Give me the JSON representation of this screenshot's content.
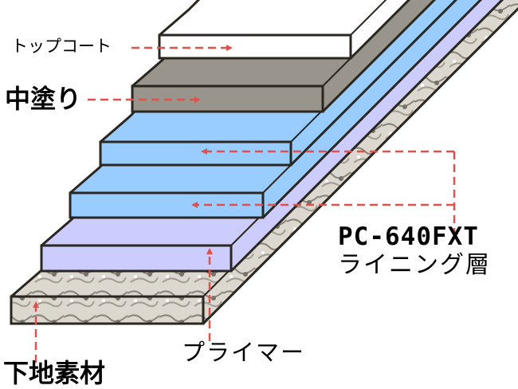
{
  "labels": {
    "topcoat": "トップコート",
    "middle_coat": "中塗り",
    "product": "PC-640FXT",
    "lining_layer": "ライニング層",
    "primer": "プライマー",
    "substrate": "下地素材"
  },
  "layers": [
    {
      "name": "substrate",
      "color": "#d6d2ca"
    },
    {
      "name": "primer",
      "color": "#ccccff"
    },
    {
      "name": "lining-lower",
      "color": "#99ccff"
    },
    {
      "name": "lining-upper",
      "color": "#99ccff"
    },
    {
      "name": "middle-coat",
      "color": "#9a958c"
    },
    {
      "name": "topcoat",
      "color": "#ffffff"
    }
  ],
  "colors": {
    "arrow": "#e0504c",
    "outline": "#2a2620"
  }
}
